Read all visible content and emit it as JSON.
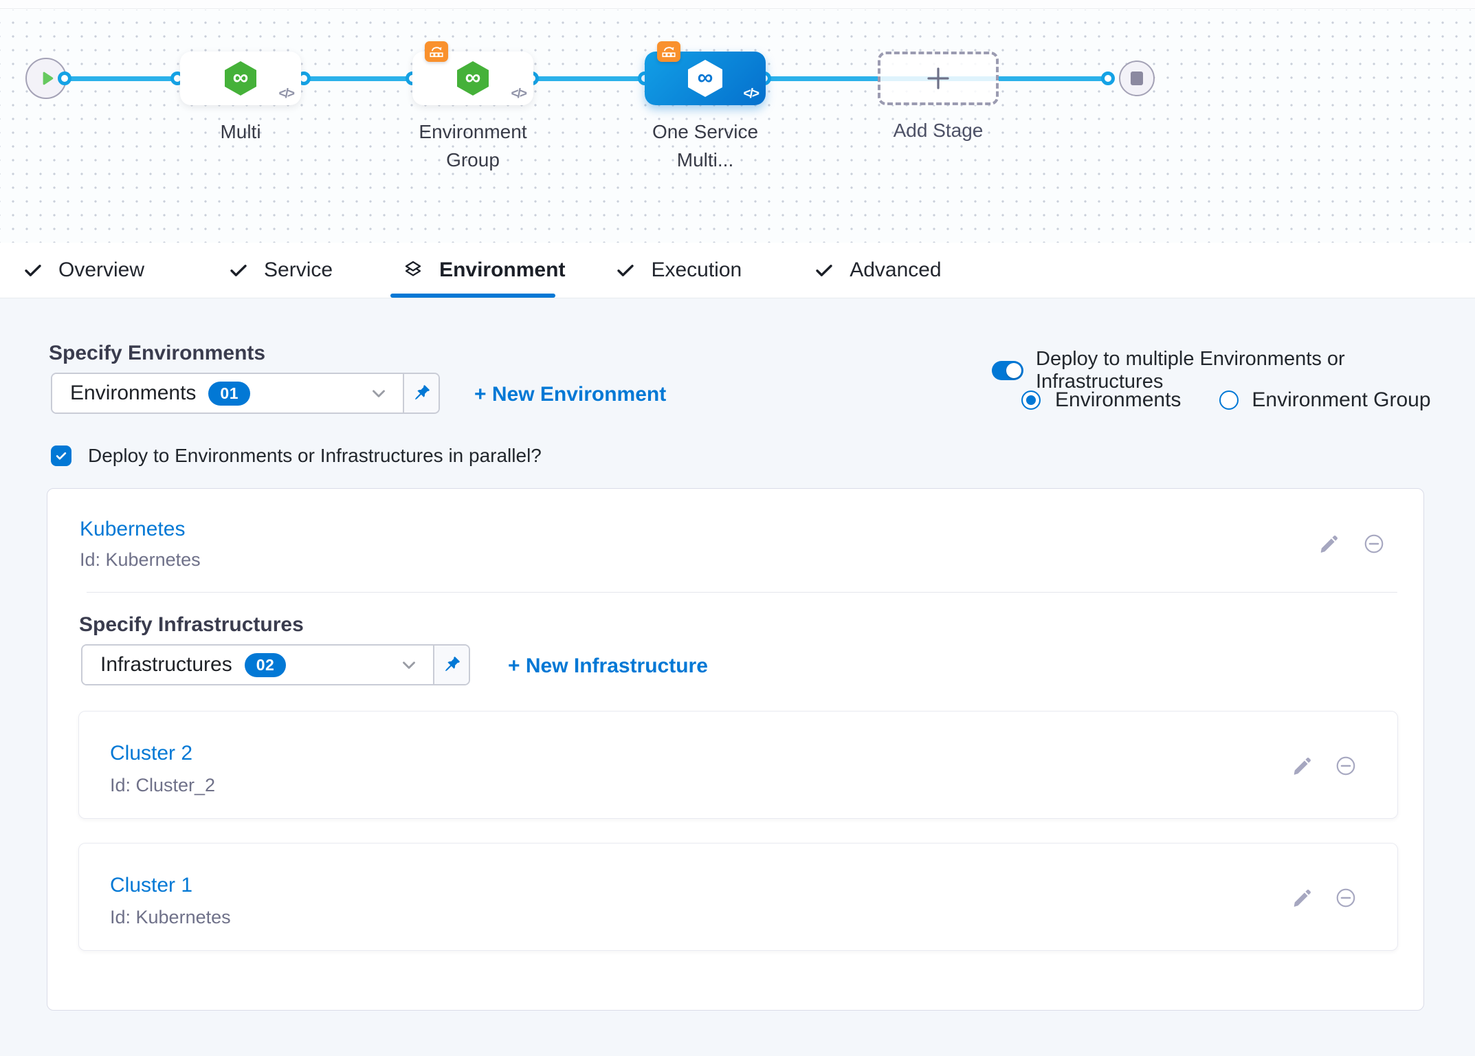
{
  "pipeline": {
    "code_glyph": "</>",
    "infinity_glyph": "∞",
    "nodes": [
      {
        "label": "Multi"
      },
      {
        "label": "Environment Group"
      },
      {
        "label": "One Service Multi..."
      },
      {
        "label": "Add Stage"
      }
    ]
  },
  "tabs": [
    {
      "label": "Overview"
    },
    {
      "label": "Service"
    },
    {
      "label": "Environment"
    },
    {
      "label": "Execution"
    },
    {
      "label": "Advanced"
    }
  ],
  "environment_section": {
    "specify_environments_label": "Specify Environments",
    "environments_dropdown": {
      "label": "Environments",
      "count": "01"
    },
    "new_environment_link": "+ New Environment",
    "deploy_multiple_toggle_label": "Deploy to multiple Environments or Infrastructures",
    "radio_environments_label": "Environments",
    "radio_environment_group_label": "Environment Group",
    "parallel_checkbox_label": "Deploy to Environments or Infrastructures in parallel?"
  },
  "environment_card": {
    "name": "Kubernetes",
    "id": "Id: Kubernetes",
    "specify_infrastructures_label": "Specify Infrastructures",
    "infrastructures_dropdown": {
      "label": "Infrastructures",
      "count": "02"
    },
    "new_infrastructure_link": "+ New Infrastructure",
    "infrastructures": [
      {
        "name": "Cluster 2",
        "id": "Id: Cluster_2"
      },
      {
        "name": "Cluster 1",
        "id": "Id: Kubernetes"
      }
    ]
  },
  "colors": {
    "primary_blue": "#0278D5",
    "connector_blue": "#2BB1EA",
    "node_selected_gradient": "#129FE6→#0570CD",
    "service_green": "#45B139",
    "badge_orange": "#F9912D",
    "content_bg": "#F4F7FB"
  }
}
